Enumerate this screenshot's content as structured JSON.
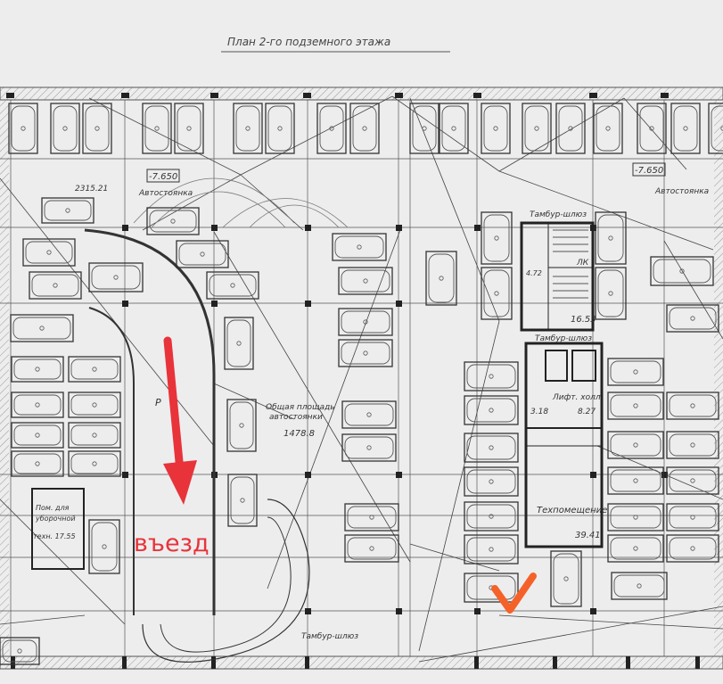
{
  "plan": {
    "title": "План 2-го подземного этажа",
    "level_left": "-7.650",
    "level_right": "-7.650",
    "ramp_top_left": "Автостоянка",
    "ramp_top_right": "Автостоянка",
    "area_top_left": "2315.21",
    "parking_hall_line1": "Общая площадь",
    "parking_hall_line2": "автостоянки",
    "parking_hall_area": "1478.8",
    "tambour_top": "Тамбур-шлюз",
    "tambour_mid": "Тамбур-шлюз",
    "tambour_bottom": "Тамбур-шлюз",
    "stair_area": "16.53",
    "stair_code": "ЛК",
    "stair_small_area": "4.72",
    "lift_hall": "Лифт. холл",
    "lift_hall_area": "8.27",
    "lift_left_area": "3.18",
    "tech_room": "Техпомещение",
    "tech_room_area": "39.41",
    "storage_line1": "Пом. для",
    "storage_line2": "уборочной",
    "storage_line3": "техн. 17.55",
    "ramp_mark": "Р",
    "entry_label": "въезд"
  },
  "colors": {
    "paper": "#e9e9ea",
    "line": "#3a3a3a",
    "accent_red": "#e8333a",
    "check_orange": "#f4622a"
  }
}
